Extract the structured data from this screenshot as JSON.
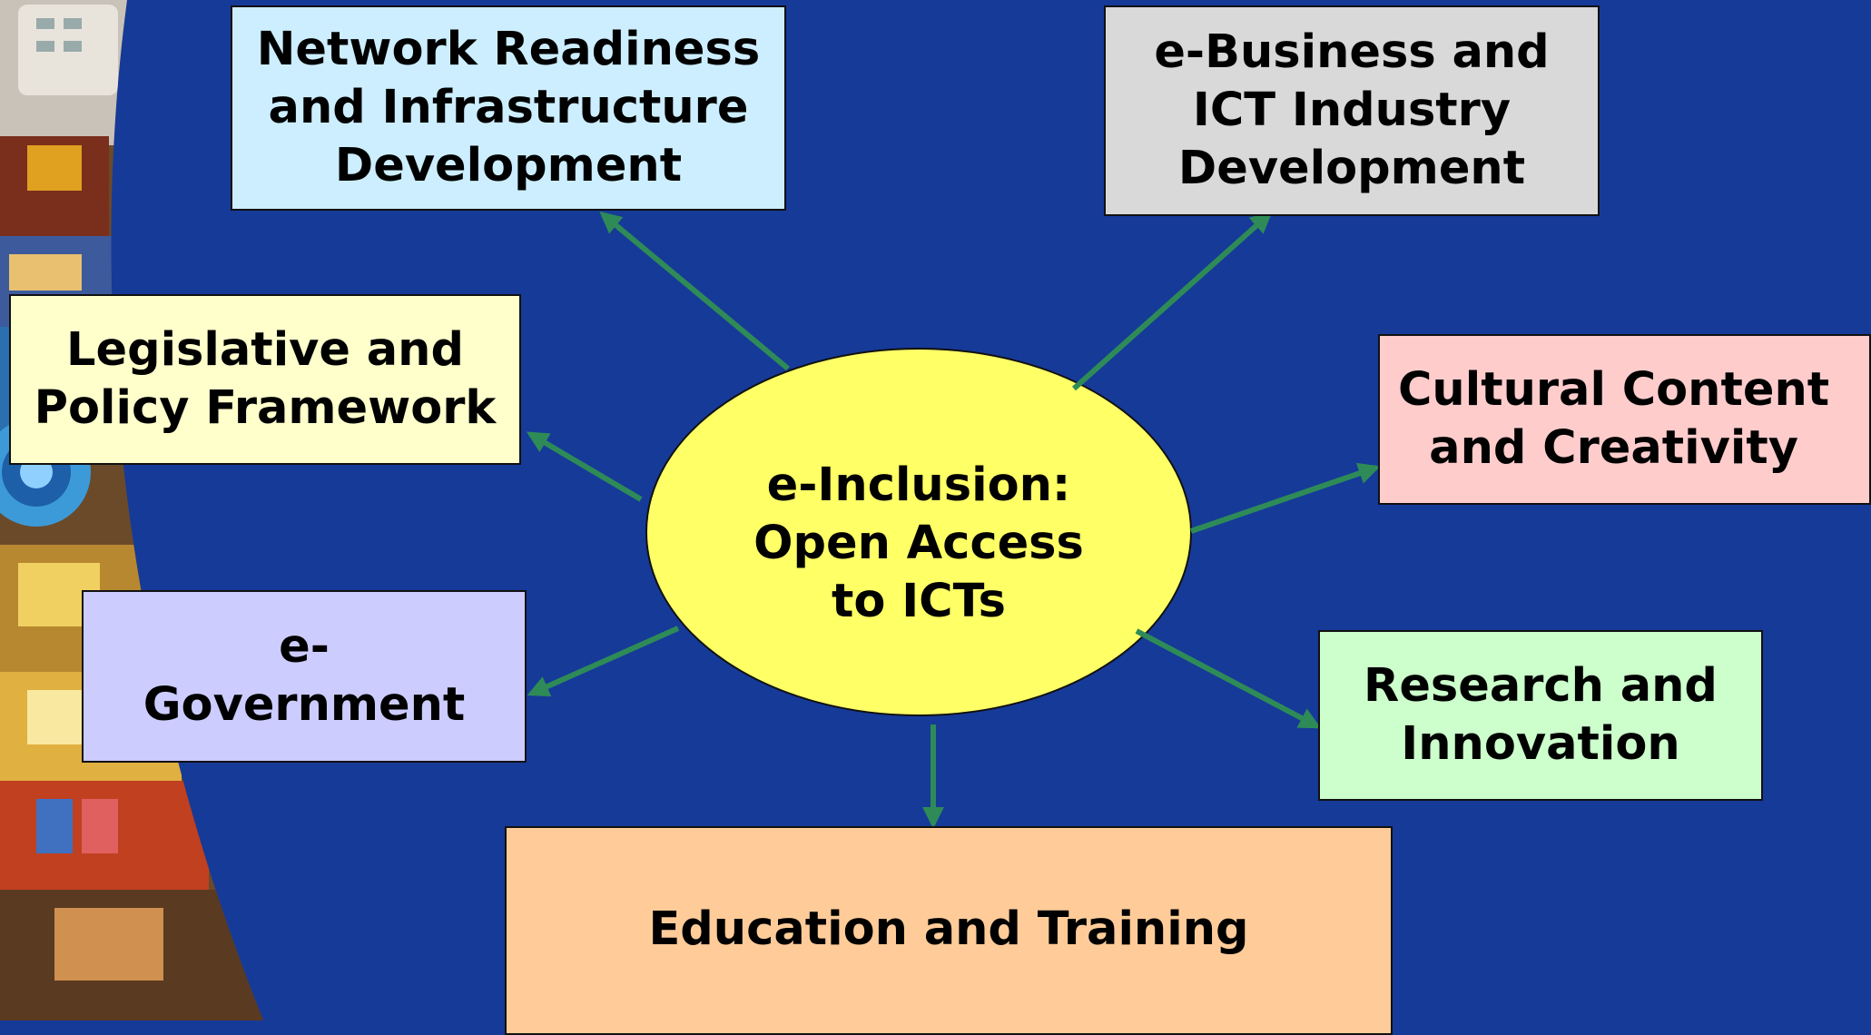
{
  "diagram": {
    "hub": {
      "label": "e-Inclusion:\nOpen Access\nto ICTs",
      "fill": "#ffff66"
    },
    "arrow_color": "#2e8b57",
    "background_color": "#163a98",
    "nodes": {
      "network": {
        "label": "Network Readiness\nand Infrastructure\nDevelopment",
        "fill": "#cceeff"
      },
      "ebusiness": {
        "label": "e-Business and\nICT Industry\nDevelopment",
        "fill": "#d9d9d9"
      },
      "legislative": {
        "label": "Legislative and\nPolicy Framework",
        "fill": "#ffffcc"
      },
      "cultural": {
        "label": "Cultural Content\nand Creativity",
        "fill": "#ffcccc"
      },
      "egov": {
        "label": "e-\nGovernment",
        "fill": "#ccccff"
      },
      "research": {
        "label": "Research and\nInnovation",
        "fill": "#ccffcc"
      },
      "education": {
        "label": "Education and Training",
        "fill": "#ffcc99"
      }
    }
  }
}
